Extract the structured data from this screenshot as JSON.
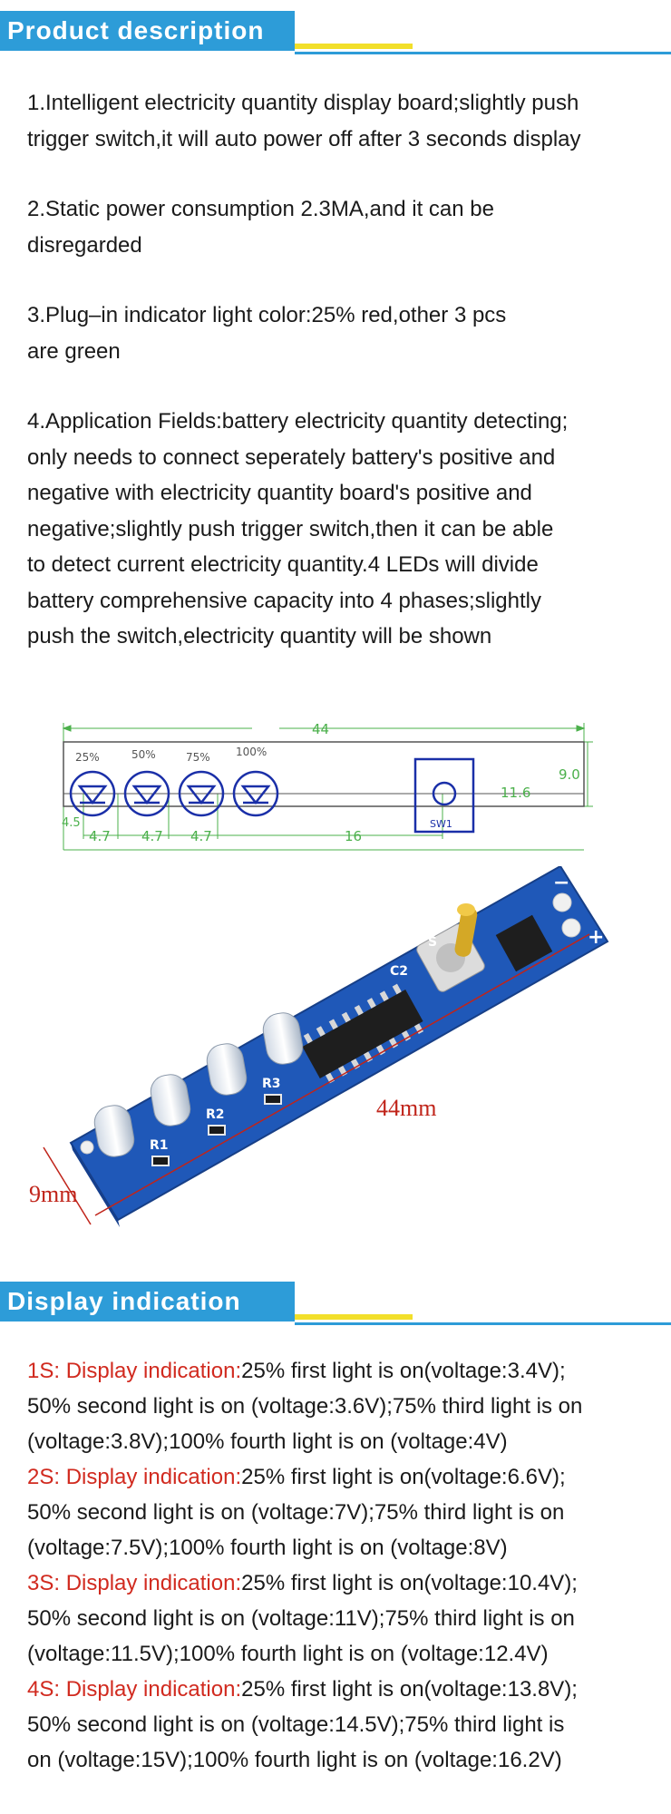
{
  "product_section": {
    "title": "Product description"
  },
  "product_paragraphs": [
    "1.Intelligent electricity quantity display board;slightly push\ntrigger switch,it will auto power off after 3 seconds display",
    "2.Static power consumption 2.3MA,and it can be\ndisregarded",
    "3.Plug–in indicator light color:25% red,other 3 pcs\nare green",
    "4.Application Fields:battery electricity quantity detecting;\nonly needs to connect seperately battery's positive and\nnegative with electricity quantity board's positive and\nnegative;slightly push trigger switch,then it can be able\nto detect current electricity quantity.4 LEDs will divide\nbattery comprehensive capacity into 4 phases;slightly\npush the switch,electricity quantity will be shown"
  ],
  "diagram": {
    "width_label": "44",
    "height_label": "9.0",
    "switch_offset_label": "11.6",
    "led_labels": [
      "25%",
      "50%",
      "75%",
      "100%"
    ],
    "spacing_labels": [
      "4.7",
      "4.7",
      "4.7"
    ],
    "left_label": "4.5",
    "switch_distance_label": "16",
    "switch_label": "SW1"
  },
  "photo": {
    "length_label": "44mm",
    "width_label": "9mm",
    "silk": {
      "r1": "R1",
      "r2": "R2",
      "r3": "R3",
      "c2": "C2",
      "s": "S",
      "minus": "−",
      "plus": "+"
    }
  },
  "display_section": {
    "title": "Display indication"
  },
  "indications": [
    {
      "label": "1S: Display indication:",
      "text": "25% first light is on(voltage:3.4V);\n50% second light is on (voltage:3.6V);75% third light is on\n(voltage:3.8V);100% fourth light is on (voltage:4V)"
    },
    {
      "label": "2S: Display indication:",
      "text": "25% first light is on(voltage:6.6V);\n50% second light is on (voltage:7V);75% third light is on\n (voltage:7.5V);100% fourth light is on (voltage:8V)"
    },
    {
      "label": "3S: Display indication:",
      "text": "25% first light is on(voltage:10.4V);\n50% second light is on (voltage:11V);75% third light is on\n(voltage:11.5V);100% fourth light is on (voltage:12.4V)"
    },
    {
      "label": "4S: Display indication:",
      "text": "25% first light is on(voltage:13.8V);\n50% second light is on (voltage:14.5V);75% third light is\non (voltage:15V);100% fourth light is on (voltage:16.2V)"
    }
  ],
  "colors": {
    "header_blue": "#2d9cd8",
    "header_yellow": "#f2df2a",
    "indication_red": "#d12a1f",
    "pcb_blue": "#1f58b8",
    "dimension_green": "#4bb04b"
  }
}
